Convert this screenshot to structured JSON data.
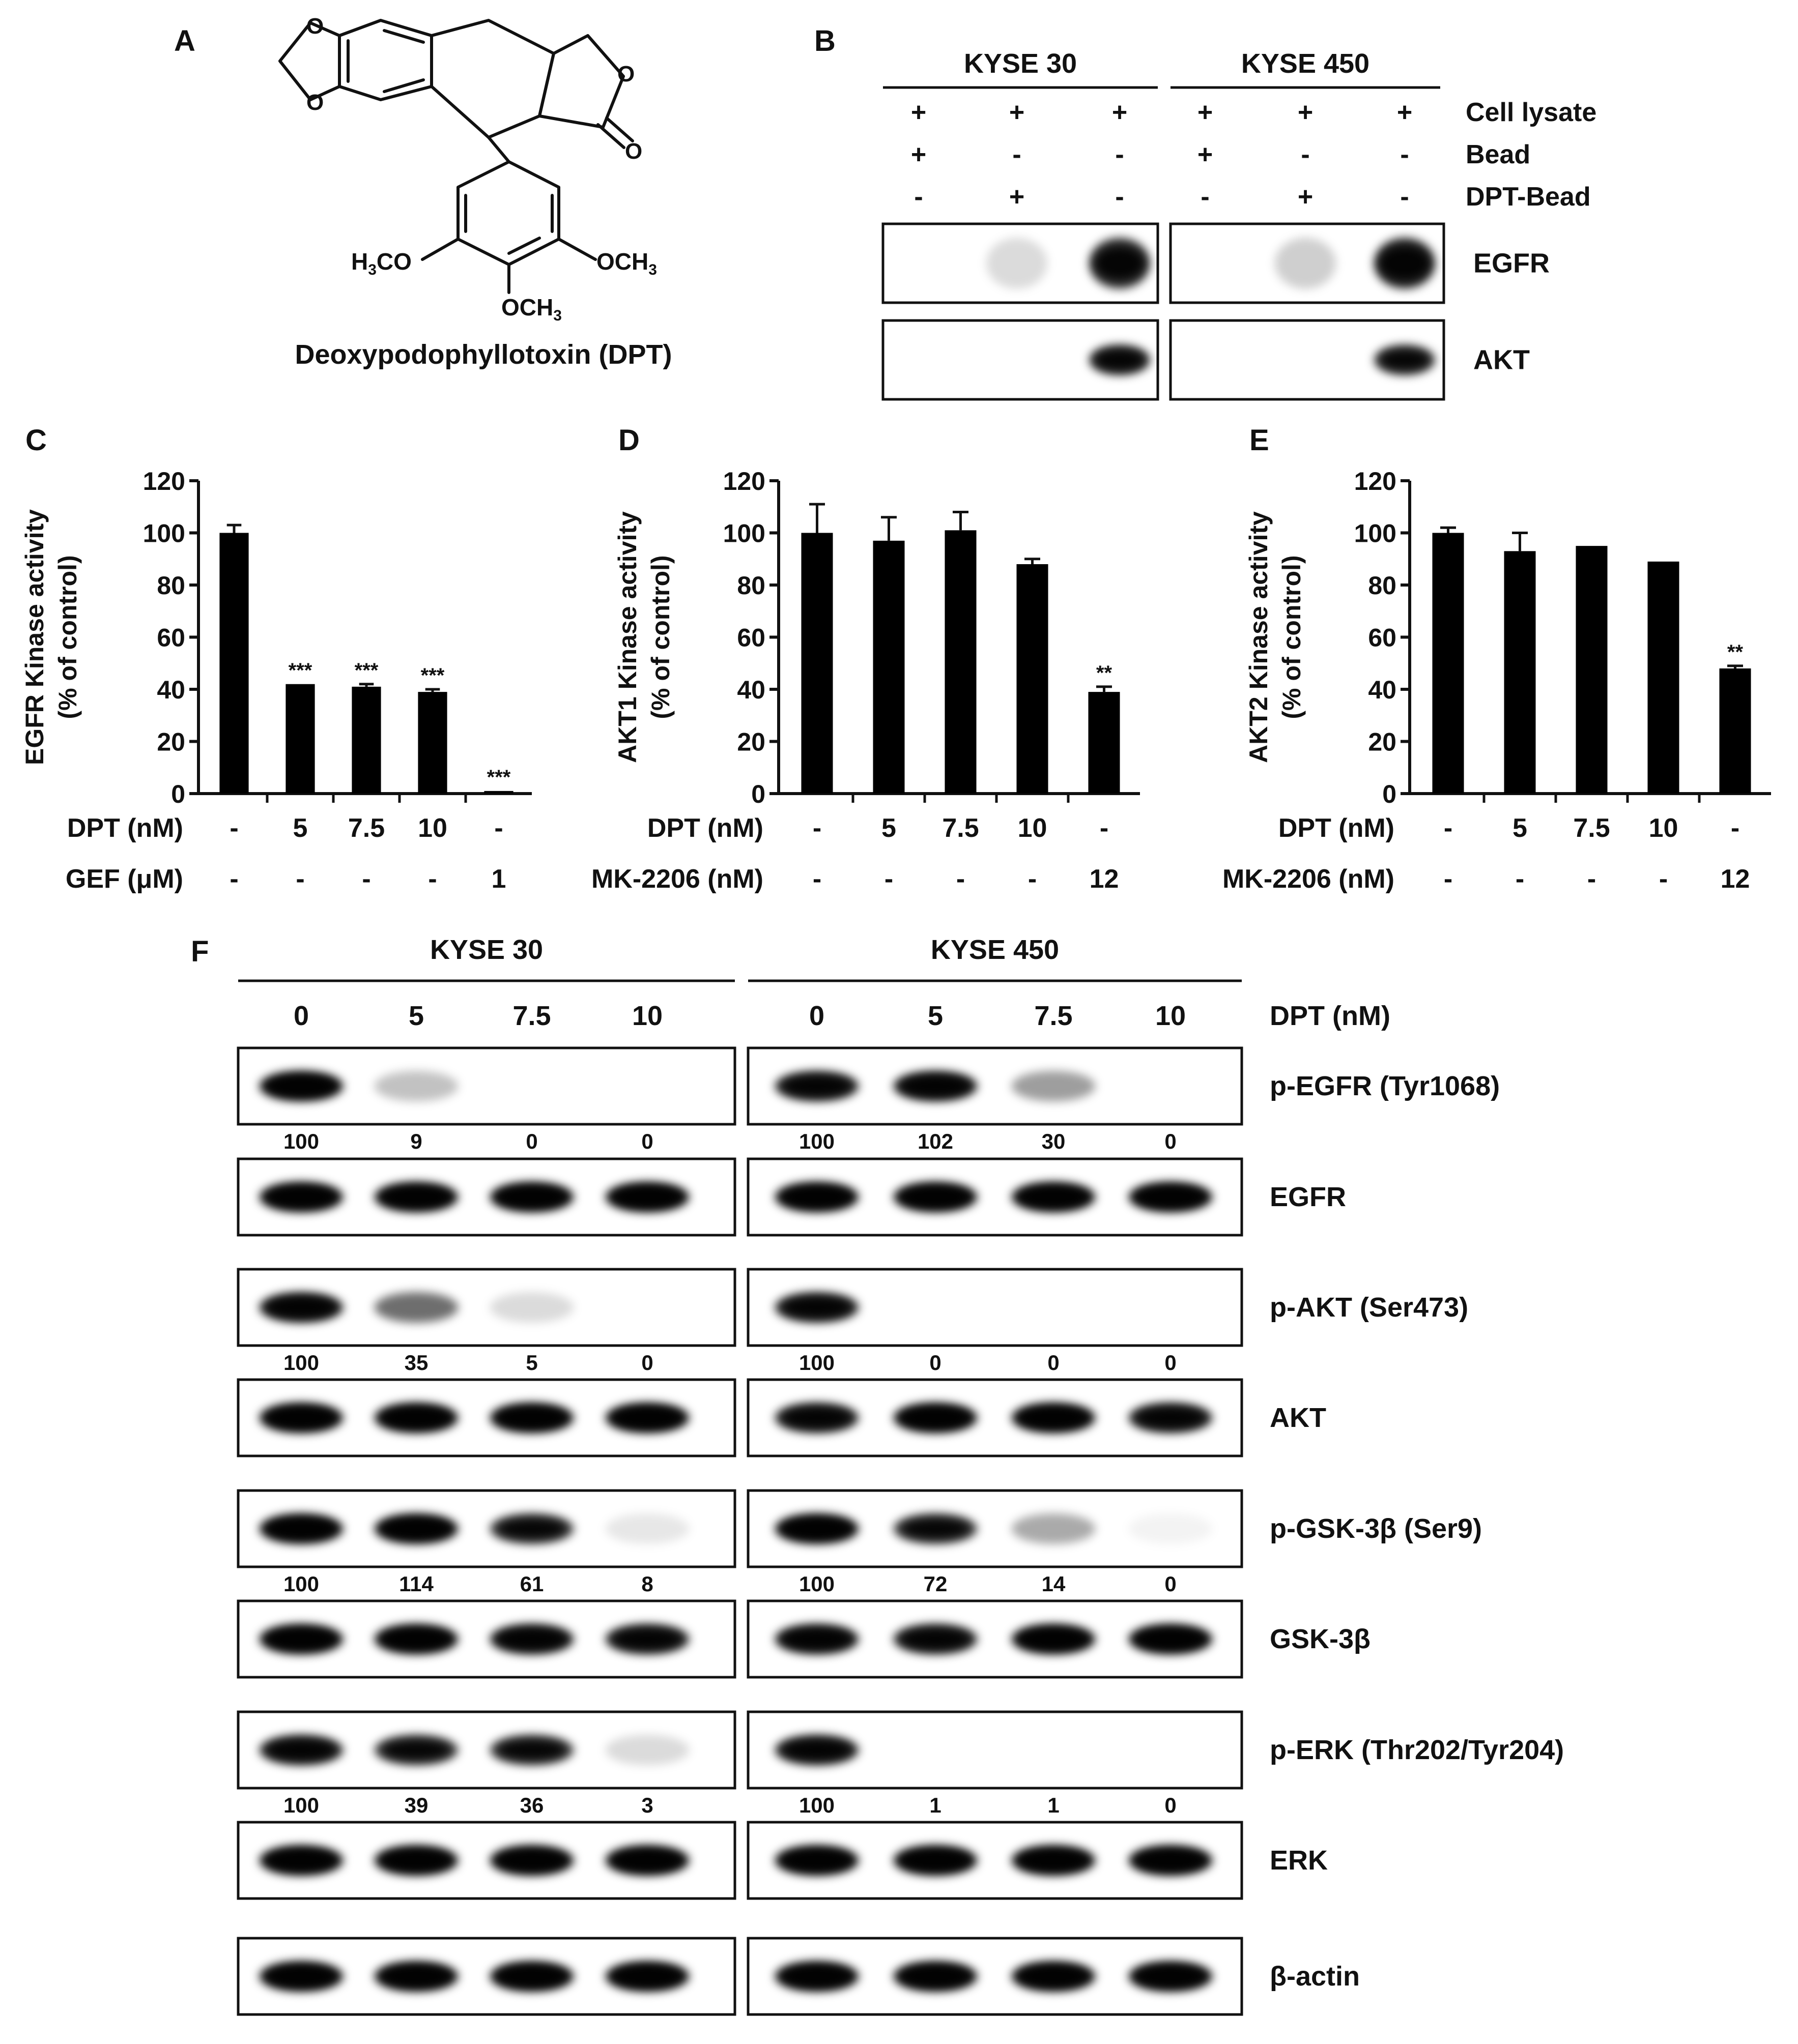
{
  "panels": {
    "A": {
      "letter": "A",
      "compound_name": "Deoxypodophyllotoxin (DPT)",
      "sub_left": {
        "a": "H",
        "b": "3",
        "c": "CO"
      },
      "sub_right": {
        "a": "OCH",
        "b": "3"
      },
      "sub_bottom": {
        "a": "OCH",
        "b": "3"
      },
      "carbonyl_o": "O",
      "ring_o": "O"
    },
    "B": {
      "letter": "B",
      "cell_lines": [
        "KYSE 30",
        "KYSE 450"
      ],
      "rows": [
        {
          "label": "Cell lysate",
          "marks": [
            "+",
            "+",
            "+",
            "+",
            "+",
            "+"
          ]
        },
        {
          "label": "Bead",
          "marks": [
            "+",
            "-",
            "-",
            "+",
            "-",
            "-"
          ]
        },
        {
          "label": "DPT-Bead",
          "marks": [
            "-",
            "+",
            "-",
            "-",
            "+",
            "-"
          ]
        }
      ],
      "blots": [
        {
          "label": "EGFR",
          "bands": [
            [
              0.0,
              0.15,
              0.85
            ],
            [
              0.0,
              0.2,
              0.9
            ]
          ]
        },
        {
          "label": "AKT",
          "bands": [
            [
              0.0,
              0.0,
              0.85
            ],
            [
              0.0,
              0.0,
              0.8
            ]
          ]
        }
      ]
    },
    "C": {
      "letter": "C"
    },
    "D": {
      "letter": "D"
    },
    "E": {
      "letter": "E"
    },
    "F": {
      "letter": "F",
      "cell_lines": [
        "KYSE 30",
        "KYSE 450"
      ],
      "doses": [
        "0",
        "5",
        "7.5",
        "10"
      ],
      "dose_label": "DPT (nM)",
      "blots": [
        {
          "label": "p-EGFR (Tyr1068)",
          "bands": [
            [
              1.0,
              0.25,
              0.0,
              0.0
            ],
            [
              0.9,
              0.95,
              0.4,
              0.0
            ]
          ],
          "quant": [
            [
              "100",
              "9",
              "0",
              "0"
            ],
            [
              "100",
              "102",
              "30",
              "0"
            ]
          ]
        },
        {
          "label": "EGFR",
          "bands": [
            [
              1.0,
              1.0,
              1.0,
              1.0
            ],
            [
              1.0,
              1.0,
              1.0,
              1.0
            ]
          ],
          "quant": null
        },
        {
          "label": "p-AKT (Ser473)",
          "bands": [
            [
              0.95,
              0.6,
              0.15,
              0.0
            ],
            [
              0.9,
              0.0,
              0.0,
              0.0
            ]
          ],
          "quant": [
            [
              "100",
              "35",
              "5",
              "0"
            ],
            [
              "100",
              "0",
              "0",
              "0"
            ]
          ]
        },
        {
          "label": "AKT",
          "bands": [
            [
              1.0,
              1.0,
              1.0,
              1.0
            ],
            [
              0.9,
              1.0,
              1.0,
              0.9
            ]
          ],
          "quant": null
        },
        {
          "label": "p-GSK-3β (Ser9)",
          "bands": [
            [
              1.0,
              1.0,
              0.8,
              0.1
            ],
            [
              1.0,
              0.8,
              0.35,
              0.05
            ]
          ],
          "quant": [
            [
              "100",
              "114",
              "61",
              "8"
            ],
            [
              "100",
              "72",
              "14",
              "0"
            ]
          ]
        },
        {
          "label": "GSK-3β",
          "bands": [
            [
              1.0,
              1.0,
              0.95,
              0.9
            ],
            [
              0.95,
              0.9,
              1.0,
              1.0
            ]
          ],
          "quant": null
        },
        {
          "label": "p-ERK (Thr202/Tyr204)",
          "bands": [
            [
              0.9,
              0.8,
              0.8,
              0.15
            ],
            [
              0.9,
              0.0,
              0.0,
              0.0
            ]
          ],
          "quant": [
            [
              "100",
              "39",
              "36",
              "3"
            ],
            [
              "100",
              "1",
              "1",
              "0"
            ]
          ]
        },
        {
          "label": "ERK",
          "bands": [
            [
              1.0,
              1.0,
              1.0,
              1.0
            ],
            [
              1.0,
              1.0,
              1.0,
              1.0
            ]
          ],
          "quant": null
        },
        {
          "label": "β-actin",
          "bands": [
            [
              1.0,
              1.0,
              1.0,
              1.0
            ],
            [
              1.0,
              1.0,
              1.0,
              1.0
            ]
          ],
          "quant": null
        }
      ]
    }
  },
  "chart_data": [
    {
      "panel": "C",
      "type": "bar",
      "ylabel": "EGFR Kinase activity",
      "ylabel2": "(% of control)",
      "ylim": [
        0,
        120
      ],
      "yticks": [
        0,
        20,
        40,
        60,
        80,
        100,
        120
      ],
      "values": [
        100,
        42,
        41,
        39,
        1
      ],
      "errors": [
        3,
        0,
        1,
        1,
        0
      ],
      "significance": [
        "",
        "***",
        "***",
        "***",
        "***"
      ],
      "treatment_rows": [
        {
          "label": "DPT (nM)",
          "values": [
            "-",
            "5",
            "7.5",
            "10",
            "-"
          ]
        },
        {
          "label": "GEF (μM)",
          "values": [
            "-",
            "-",
            "-",
            "-",
            "1"
          ]
        }
      ]
    },
    {
      "panel": "D",
      "type": "bar",
      "ylabel": "AKT1 Kinase activity",
      "ylabel2": "(% of control)",
      "ylim": [
        0,
        120
      ],
      "yticks": [
        0,
        20,
        40,
        60,
        80,
        100,
        120
      ],
      "values": [
        100,
        97,
        101,
        88,
        39
      ],
      "errors": [
        11,
        9,
        7,
        2,
        2
      ],
      "significance": [
        "",
        "",
        "",
        "",
        "**"
      ],
      "treatment_rows": [
        {
          "label": "DPT (nM)",
          "values": [
            "-",
            "5",
            "7.5",
            "10",
            "-"
          ]
        },
        {
          "label": "MK-2206 (nM)",
          "values": [
            "-",
            "-",
            "-",
            "-",
            "12"
          ]
        }
      ]
    },
    {
      "panel": "E",
      "type": "bar",
      "ylabel": "AKT2 Kinase activity",
      "ylabel2": "(% of control)",
      "ylim": [
        0,
        120
      ],
      "yticks": [
        0,
        20,
        40,
        60,
        80,
        100,
        120
      ],
      "values": [
        100,
        93,
        95,
        89,
        48
      ],
      "errors": [
        2,
        7,
        0,
        0,
        1
      ],
      "significance": [
        "",
        "",
        "",
        "",
        "**"
      ],
      "treatment_rows": [
        {
          "label": "DPT (nM)",
          "values": [
            "-",
            "5",
            "7.5",
            "10",
            "-"
          ]
        },
        {
          "label": "MK-2206 (nM)",
          "values": [
            "-",
            "-",
            "-",
            "-",
            "12"
          ]
        }
      ]
    }
  ]
}
